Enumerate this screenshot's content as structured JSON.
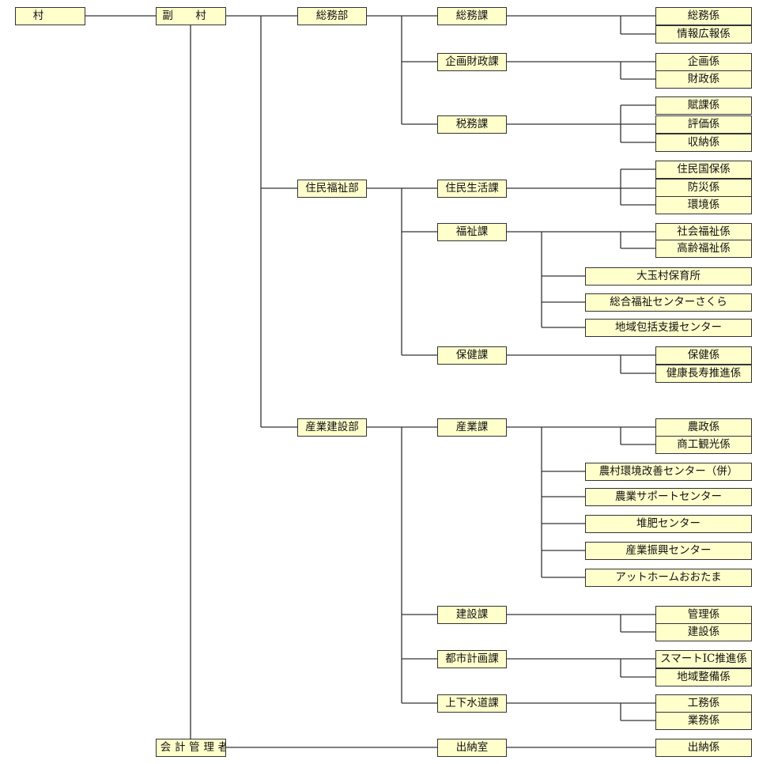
{
  "org": {
    "sonchou": "村　長",
    "fukusonchou": "副　村　長",
    "kaikei_kanrisha": "会計管理者",
    "departments": {
      "soumu": {
        "name": "総務部",
        "sections": {
          "soumuka": {
            "name": "総務課",
            "units": [
              "総務係",
              "情報広報係"
            ]
          },
          "kikaku": {
            "name": "企画財政課",
            "units": [
              "企画係",
              "財政係"
            ]
          },
          "zeimu": {
            "name": "税務課",
            "units": [
              "賦課係",
              "評価係",
              "収納係"
            ]
          }
        }
      },
      "jumin": {
        "name": "住民福祉部",
        "sections": {
          "seikatsu": {
            "name": "住民生活課",
            "units": [
              "住民国保係",
              "防災係",
              "環境係"
            ]
          },
          "fukushi": {
            "name": "福祉課",
            "units": [
              "社会福祉係",
              "高齢福祉係"
            ],
            "facilities": [
              "大玉村保育所",
              "総合福祉センターさくら",
              "地域包括支援センター"
            ]
          },
          "hoken": {
            "name": "保健課",
            "units": [
              "保健係",
              "健康長寿推進係"
            ]
          }
        }
      },
      "sangyo": {
        "name": "産業建設部",
        "sections": {
          "sangyoka": {
            "name": "産業課",
            "units": [
              "農政係",
              "商工観光係"
            ],
            "facilities": [
              "農村環境改善センター（併）",
              "農業サポートセンター",
              "堆肥センター",
              "産業振興センター",
              "アットホームおおたま"
            ]
          },
          "kensetsu": {
            "name": "建設課",
            "units": [
              "管理係",
              "建設係"
            ]
          },
          "toshi": {
            "name": "都市計画課",
            "units": [
              "スマートIC推進係",
              "地域整備係"
            ]
          },
          "gesuido": {
            "name": "上下水道課",
            "units": [
              "工務係",
              "業務係"
            ]
          }
        }
      }
    },
    "suitou": {
      "name": "出納室",
      "units": [
        "出納係"
      ]
    }
  },
  "colors": {
    "box_fill": "#ffffcc",
    "box_border": "#333333",
    "line": "#333333"
  }
}
